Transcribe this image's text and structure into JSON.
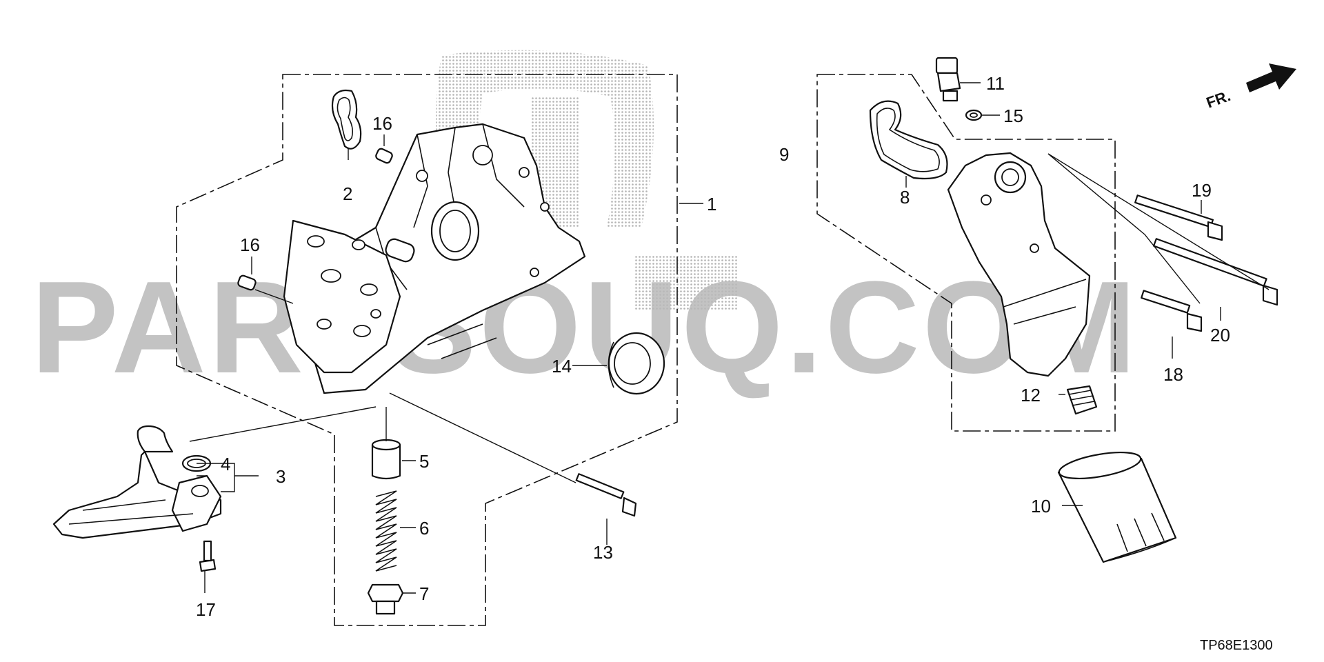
{
  "diagram": {
    "watermark": "PARTSOUQ.COM",
    "diagram_code": "TP68E1300",
    "direction_label": "FR.",
    "callouts": [
      "1",
      "2",
      "3",
      "4",
      "5",
      "6",
      "7",
      "8",
      "9",
      "10",
      "11",
      "12",
      "13",
      "14",
      "15",
      "16",
      "16",
      "17",
      "18",
      "19",
      "20"
    ]
  }
}
